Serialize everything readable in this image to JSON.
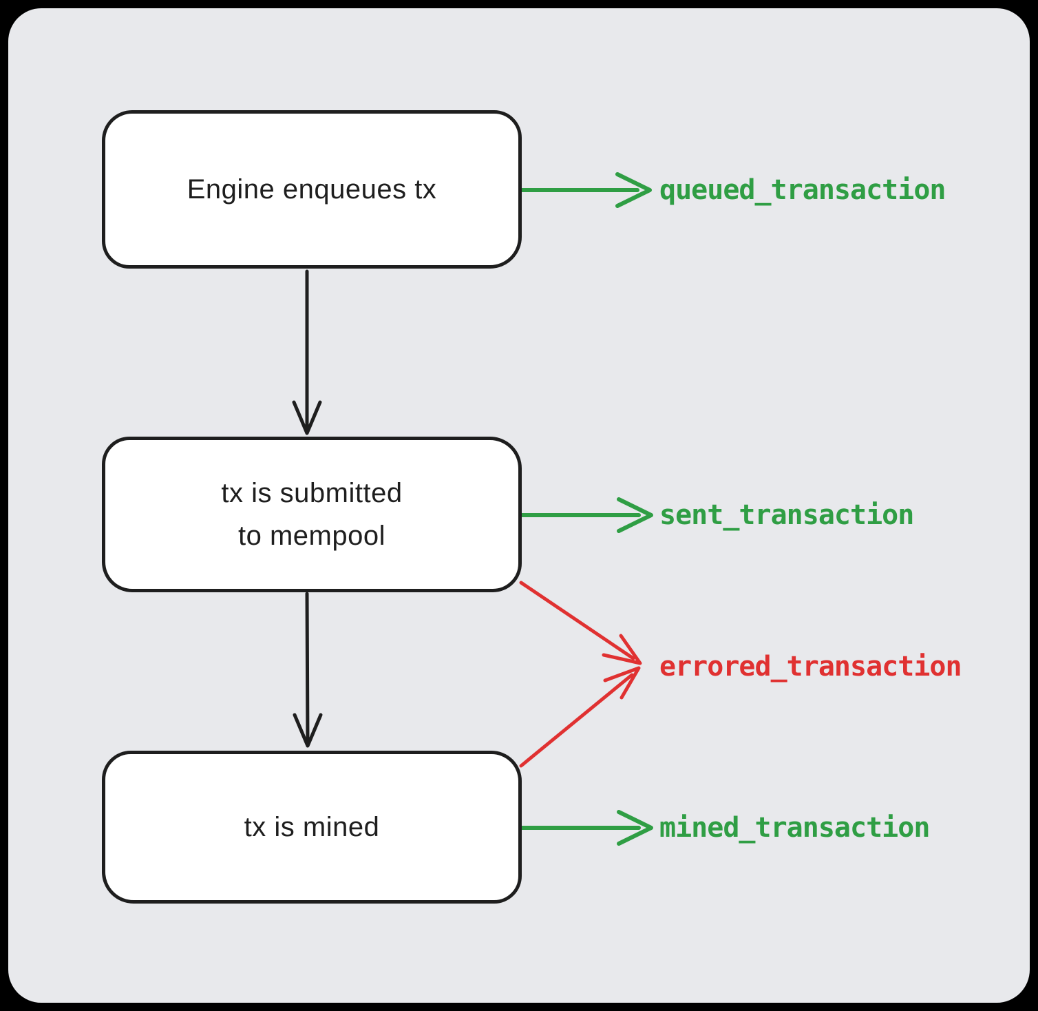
{
  "app": {
    "type": "flow-diagram",
    "style": "hand-drawn"
  },
  "diagram": {
    "nodes": [
      {
        "id": "enqueue",
        "label": "Engine enqueues tx"
      },
      {
        "id": "mempool",
        "label": "tx is submitted\nto mempool"
      },
      {
        "id": "mined",
        "label": "tx is mined"
      }
    ],
    "flow_edges": [
      {
        "from": "enqueue",
        "to": "mempool"
      },
      {
        "from": "mempool",
        "to": "mined"
      }
    ],
    "events": [
      {
        "name": "queued_transaction",
        "status": "success",
        "from": "enqueue"
      },
      {
        "name": "sent_transaction",
        "status": "success",
        "from": "mempool"
      },
      {
        "name": "errored_transaction",
        "status": "error",
        "from": "mempool, mined"
      },
      {
        "name": "mined_transaction",
        "status": "success",
        "from": "mined"
      }
    ],
    "colors": {
      "success": "#2f9e44",
      "error": "#e03131",
      "ink": "#1e1e1e",
      "canvas": "#e8e9ec",
      "node_fill": "#ffffff",
      "outside": "#000000"
    }
  }
}
